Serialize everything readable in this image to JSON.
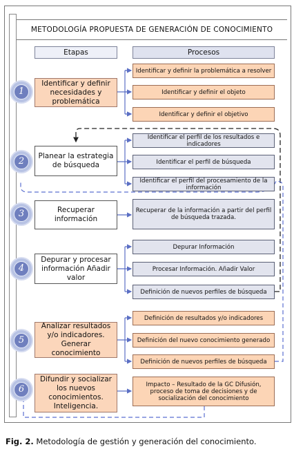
{
  "title": "METODOLOGÍA  PROPUESTA DE GENERACIÓN DE CONOCIMIENTO",
  "headers": {
    "stages": "Etapas",
    "processes": "Procesos"
  },
  "stages": [
    {
      "number": "1",
      "label": "Identificar y definir necesidades y problemática"
    },
    {
      "number": "2",
      "label": "Planear la estrategia de búsqueda"
    },
    {
      "number": "3",
      "label": "Recuperar información"
    },
    {
      "number": "4",
      "label": "Depurar y procesar información Añadir valor"
    },
    {
      "number": "5",
      "label": "Analizar resultados y/o indicadores. Generar conocimiento"
    },
    {
      "number": "6",
      "label": "Difundir y socializar los nuevos conocimientos. Inteligencia."
    }
  ],
  "processes": {
    "s1": [
      "Identificar y definir la problemática a resolver",
      "Identificar y definir el objeto",
      "Identificar y definir el objetivo"
    ],
    "s2": [
      "Identificar el perfil de los resultados e indicadores",
      "Identificar el perfil de búsqueda",
      "Identificar el perfil del procesamiento de la información"
    ],
    "s3": [
      "Recuperar de la información a partir del perfil de búsqueda trazada."
    ],
    "s4": [
      "Depurar Información",
      "Procesar Información. Añadir Valor",
      "Definición de nuevos perfiles de búsqueda"
    ],
    "s5": [
      "Definición de resultados y/o indicadores",
      "Definición del nuevo conocimiento generado",
      "Definición de nuevos perfiles de búsqueda"
    ],
    "s6": [
      "Impacto – Resultado de la GC Difusión, proceso de toma de decisiones y de socialización del conocimiento"
    ]
  },
  "caption": {
    "label": "Fig. 2.",
    "text": " Metodología de gestión y generación del conocimiento."
  },
  "colors": {
    "orange": "#fcd5b6",
    "blue": "#e2e4ee",
    "badge": "#6f7fbe",
    "arrow": "#5b6fc4",
    "dashed_blue": "#5a6fd0"
  }
}
